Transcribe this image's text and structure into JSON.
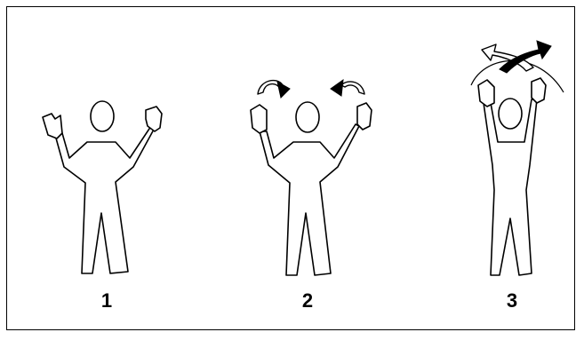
{
  "steps": [
    {
      "label": "1"
    },
    {
      "label": "2"
    },
    {
      "label": "3"
    }
  ],
  "colors": {
    "line": "#000000",
    "background": "#ffffff"
  }
}
